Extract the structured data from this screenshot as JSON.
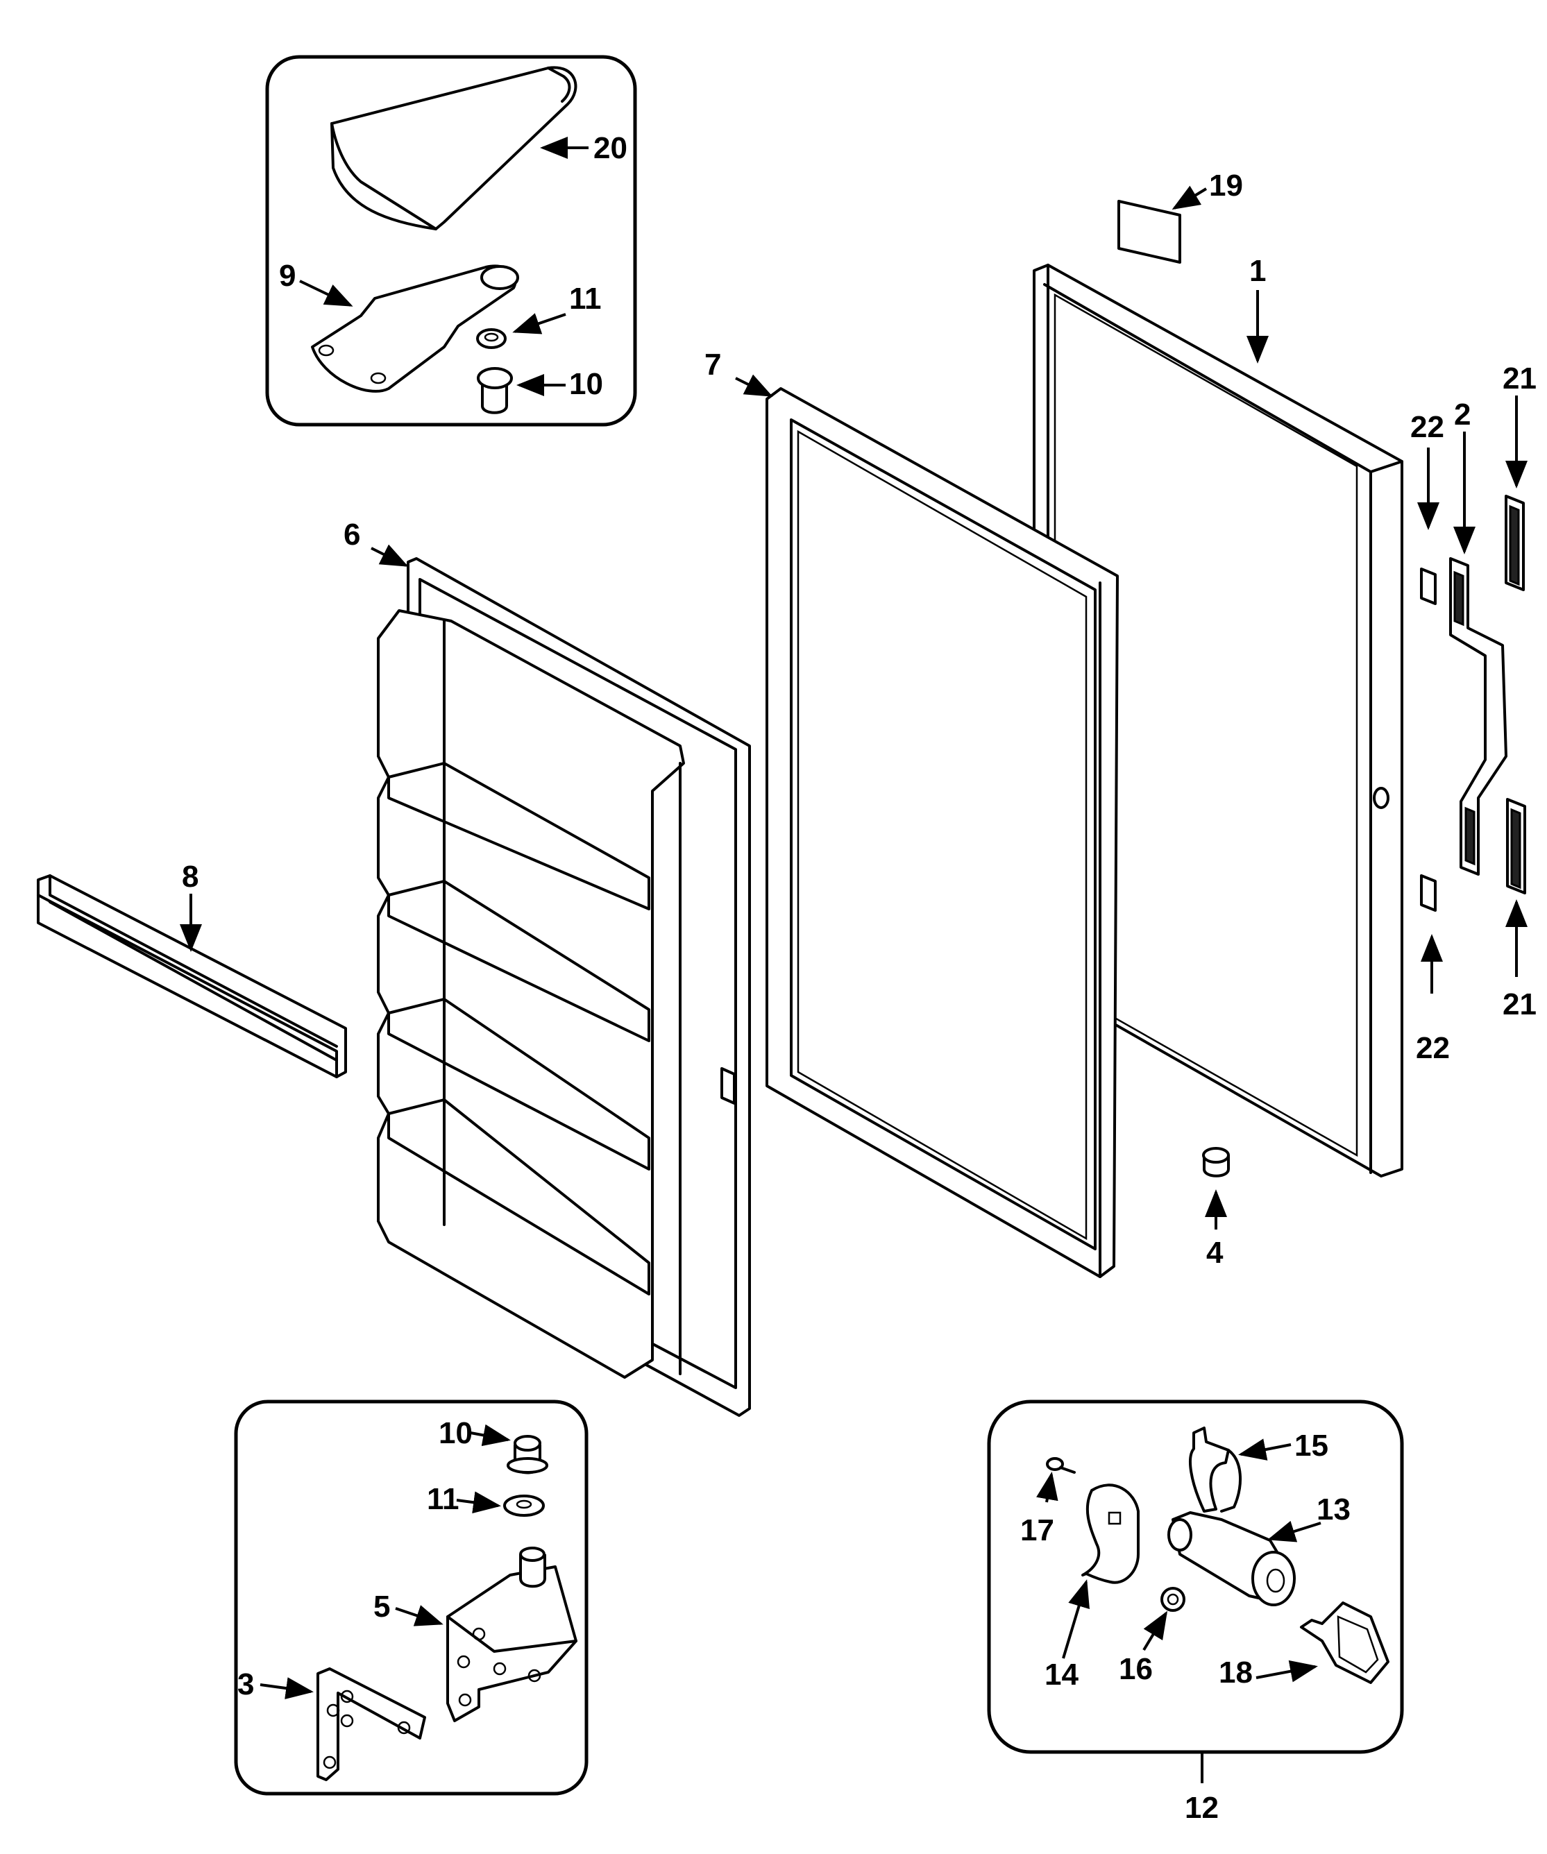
{
  "labels": {
    "l1": "1",
    "l2": "2",
    "l3": "3",
    "l4": "4",
    "l5": "5",
    "l6": "6",
    "l7": "7",
    "l8": "8",
    "l9": "9",
    "l10a": "10",
    "l10b": "10",
    "l11a": "11",
    "l11b": "11",
    "l12": "12",
    "l13": "13",
    "l14": "14",
    "l15": "15",
    "l16": "16",
    "l17": "17",
    "l18": "18",
    "l19": "19",
    "l20": "20",
    "l21a": "21",
    "l21b": "21",
    "l22a": "22",
    "l22b": "22"
  }
}
